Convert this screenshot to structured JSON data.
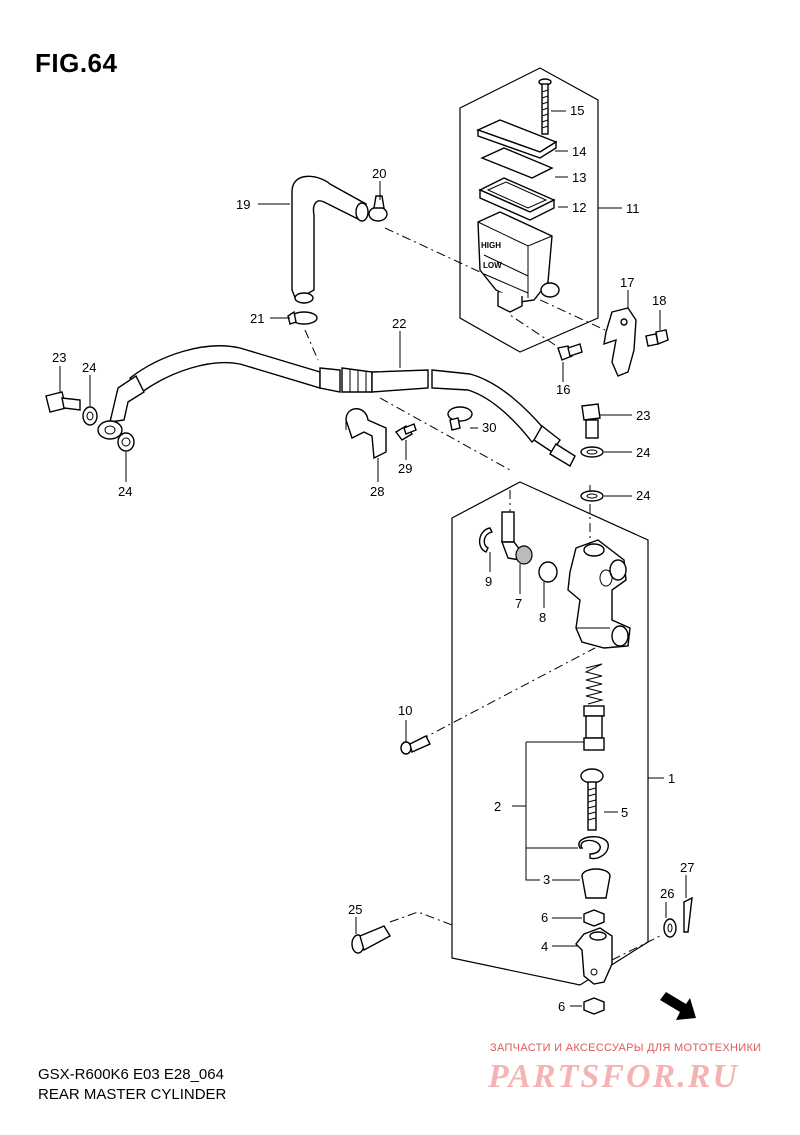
{
  "figure": {
    "title": "FIG.64",
    "model": "GSX-R600K6 E03 E28_064",
    "caption": "REAR MASTER CYLINDER"
  },
  "watermark": {
    "tagline": "ЗАПЧАСТИ И АКСЕССУАРЫ ДЛЯ МОТОТЕХНИКИ",
    "logo": "PARTSFOR.RU"
  },
  "reservoir_labels": {
    "high": "HIGH",
    "low": "LOW"
  },
  "fwd_label": "FWD",
  "callouts": {
    "c1": "1",
    "c2": "2",
    "c3": "3",
    "c4": "4",
    "c5": "5",
    "c6a": "6",
    "c6b": "6",
    "c7": "7",
    "c8": "8",
    "c9": "9",
    "c10": "10",
    "c11": "11",
    "c12": "12",
    "c13": "13",
    "c14": "14",
    "c15": "15",
    "c16": "16",
    "c17": "17",
    "c18": "18",
    "c19": "19",
    "c20": "20",
    "c21": "21",
    "c22": "22",
    "c23a": "23",
    "c23b": "23",
    "c24a": "24",
    "c24b": "24",
    "c24c": "24",
    "c24d": "24",
    "c25": "25",
    "c26": "26",
    "c27": "27",
    "c28": "28",
    "c29": "29",
    "c30": "30"
  }
}
